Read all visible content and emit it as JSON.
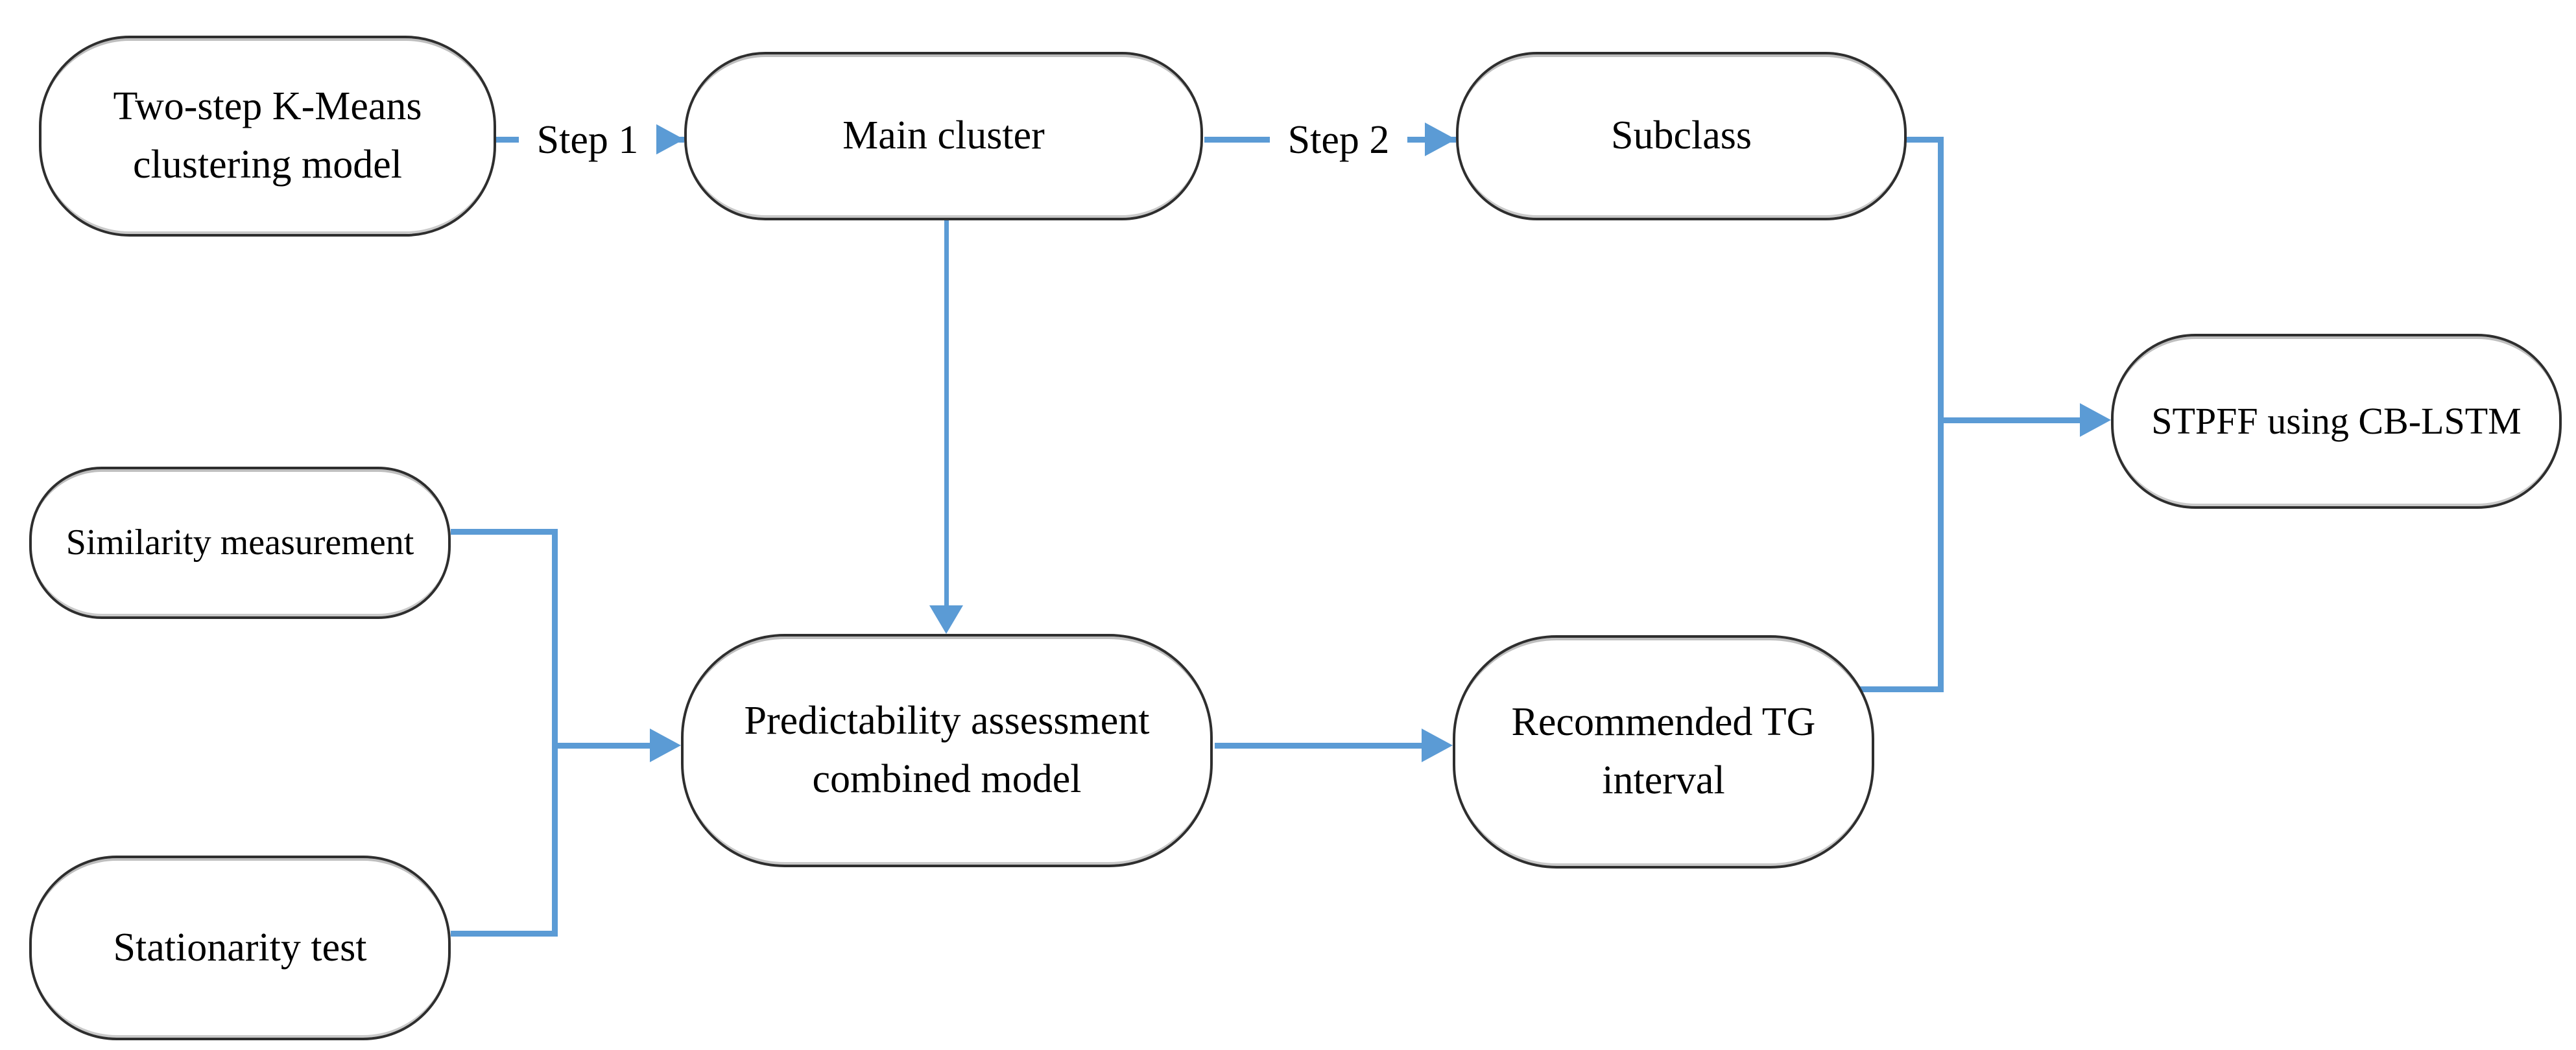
{
  "figure": {
    "type": "flowchart",
    "background": "#ffffff",
    "connector_color": "#5b9bd5",
    "box_border_color": "#2e2e2e",
    "box_fill": "#ffffff",
    "text_color": "#000000",
    "nodes": [
      {
        "id": "two-step-kmeans",
        "lines": [
          "Two-step K-Means",
          "clustering model"
        ]
      },
      {
        "id": "main-cluster",
        "lines": [
          "Main cluster"
        ]
      },
      {
        "id": "subclass",
        "lines": [
          "Subclass"
        ]
      },
      {
        "id": "stpff",
        "lines": [
          "STPFF using CB-LSTM"
        ]
      },
      {
        "id": "similarity",
        "lines": [
          "Similarity measurement"
        ]
      },
      {
        "id": "stationarity",
        "lines": [
          "Stationarity test"
        ]
      },
      {
        "id": "predictability",
        "lines": [
          "Predictability assessment",
          "combined model"
        ]
      },
      {
        "id": "recommended-tg",
        "lines": [
          "Recommended TG",
          "interval"
        ]
      }
    ],
    "edge_labels": [
      {
        "id": "step1",
        "text": "Step 1"
      },
      {
        "id": "step2",
        "text": "Step 2"
      }
    ],
    "edges": [
      {
        "from": "two-step-kmeans",
        "to": "main-cluster",
        "label": "Step 1"
      },
      {
        "from": "main-cluster",
        "to": "subclass",
        "label": "Step 2"
      },
      {
        "from": "main-cluster",
        "to": "predictability",
        "label": ""
      },
      {
        "from": "similarity",
        "to": "predictability",
        "label": ""
      },
      {
        "from": "stationarity",
        "to": "predictability",
        "label": ""
      },
      {
        "from": "predictability",
        "to": "recommended-tg",
        "label": ""
      },
      {
        "from": "subclass",
        "to": "stpff",
        "label": ""
      },
      {
        "from": "recommended-tg",
        "to": "stpff",
        "label": ""
      }
    ]
  }
}
